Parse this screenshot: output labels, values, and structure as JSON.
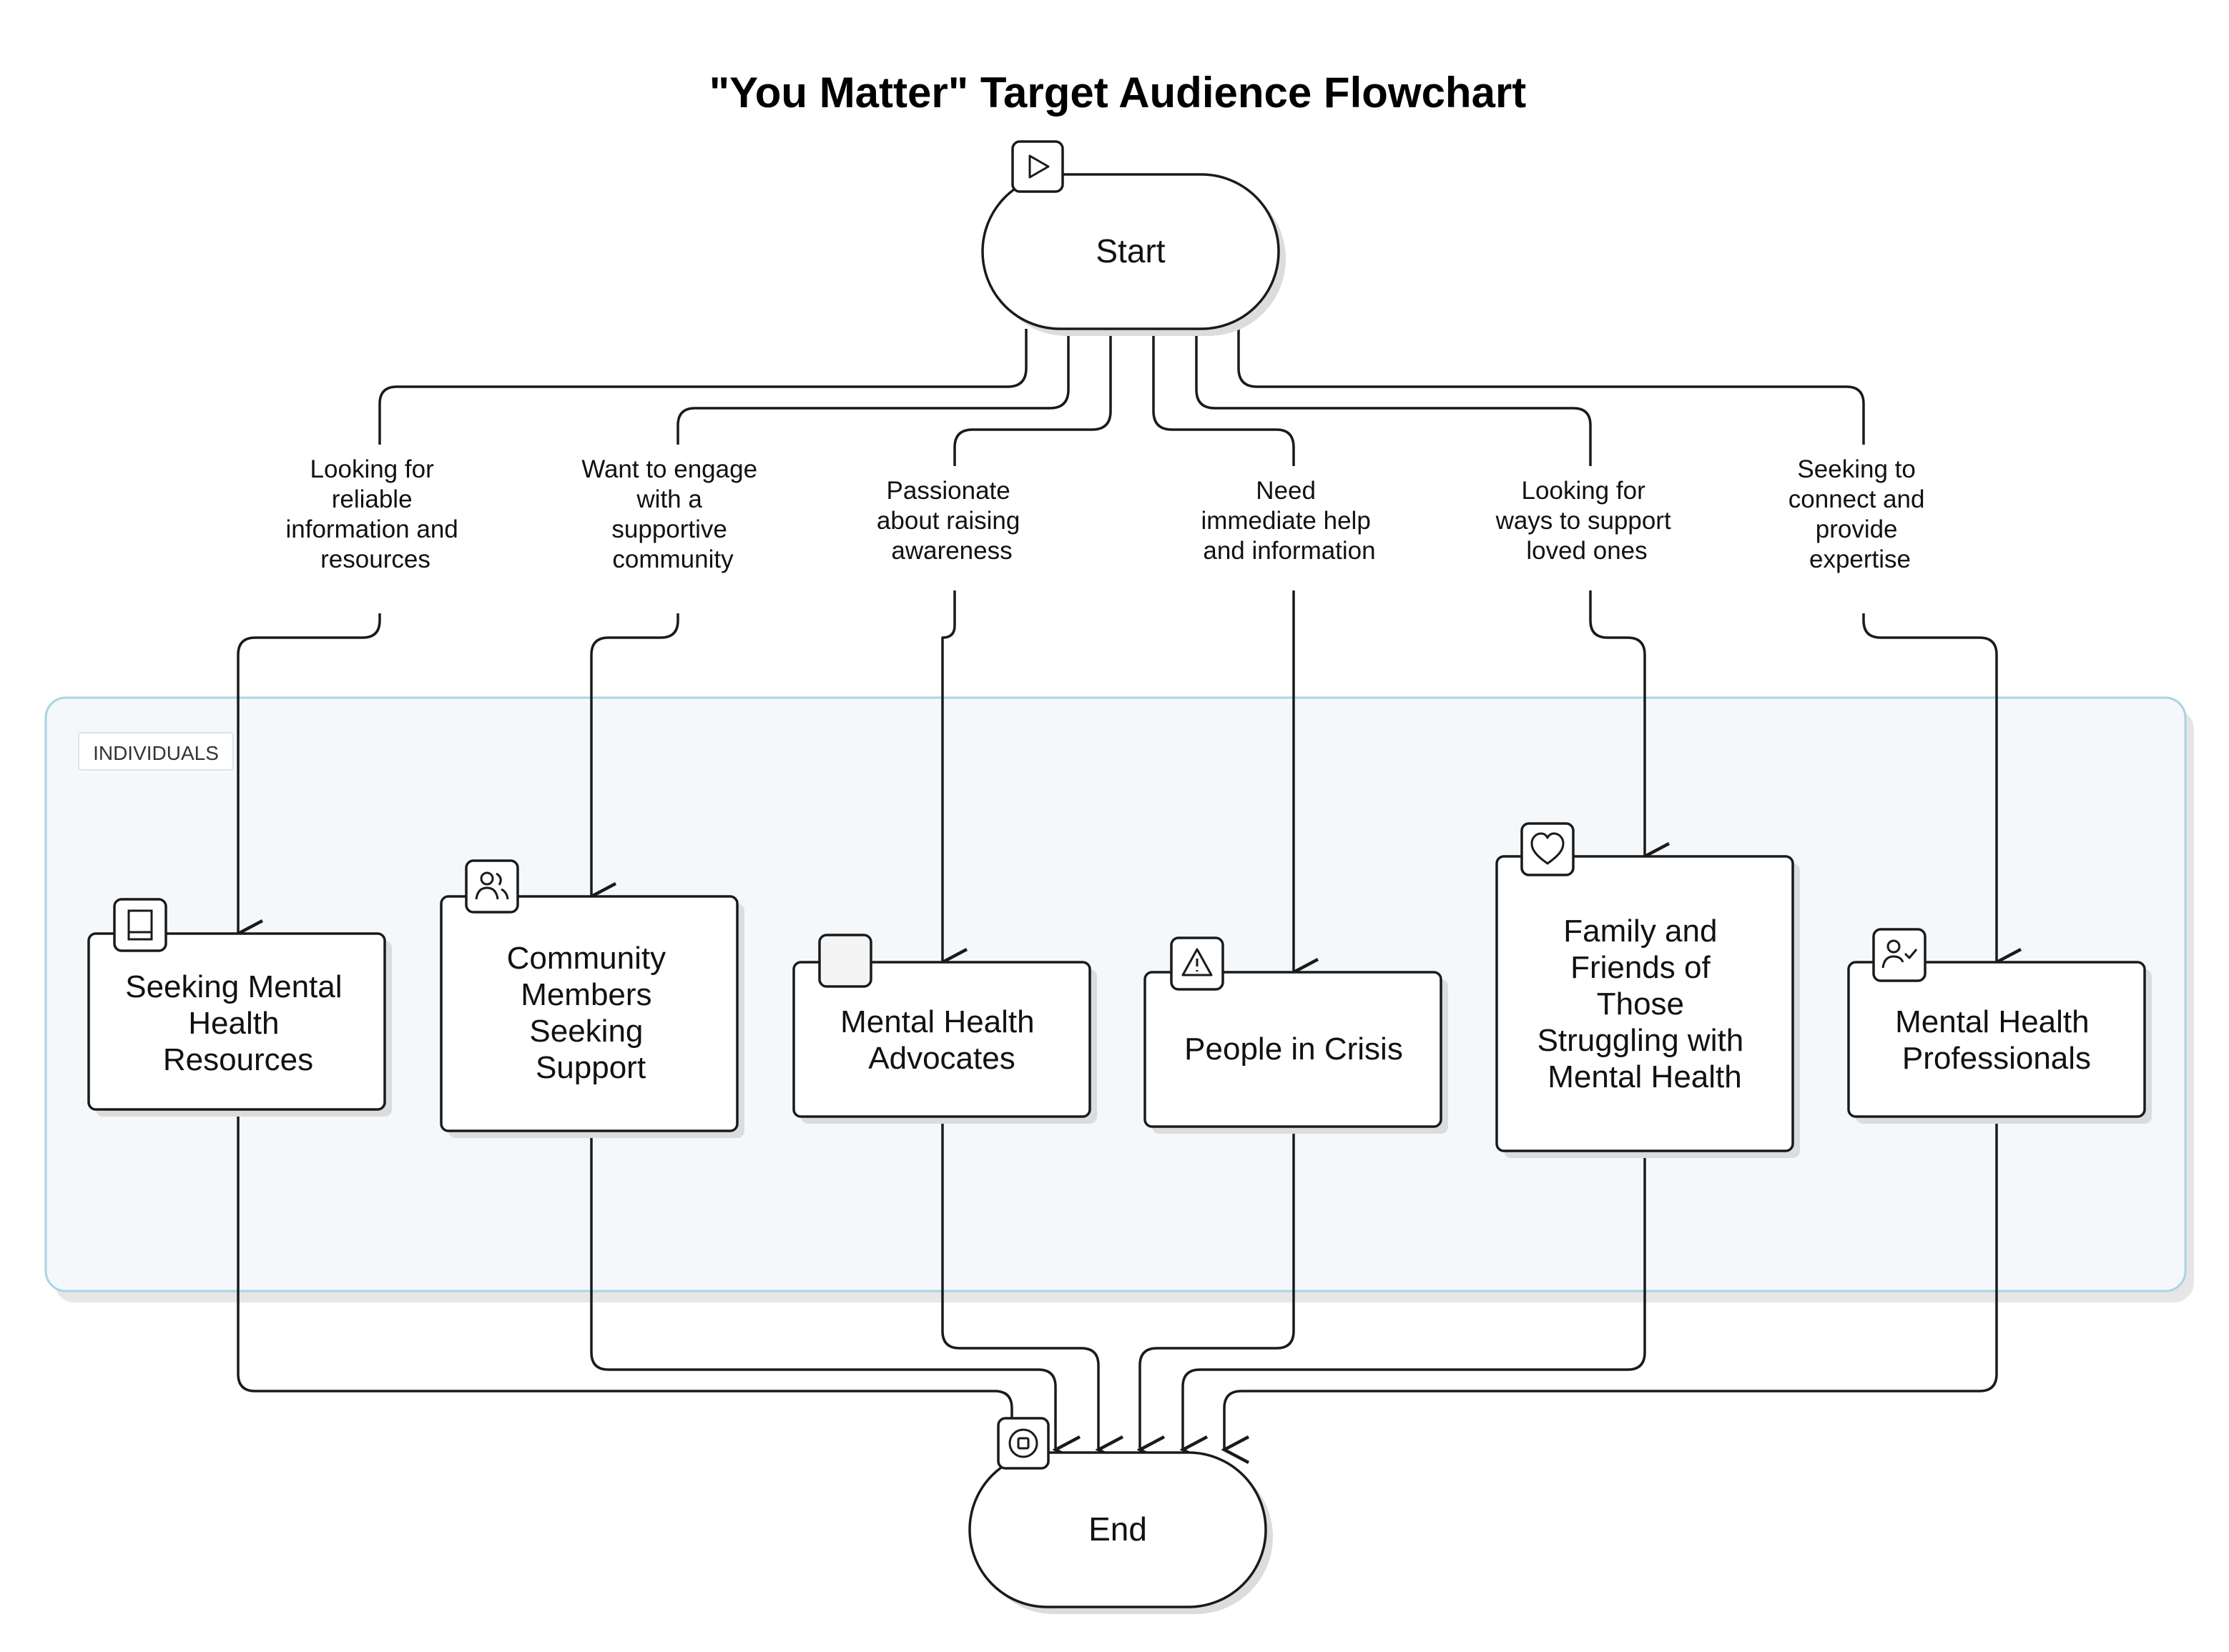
{
  "title": "\"You Matter\" Target Audience Flowchart",
  "group": {
    "label": "INDIVIDUALS"
  },
  "start": {
    "label": "Start",
    "icon": "play-icon"
  },
  "end": {
    "label": "End",
    "icon": "stop-icon"
  },
  "nodes": [
    {
      "id": "resources",
      "lines": [
        "Seeking Mental",
        "Health",
        "Resources"
      ],
      "icon": "book-icon"
    },
    {
      "id": "community",
      "lines": [
        "Community",
        "Members",
        "Seeking",
        "Support"
      ],
      "icon": "users-icon"
    },
    {
      "id": "advocates",
      "lines": [
        "Mental Health",
        "Advocates"
      ],
      "icon": "blank-icon"
    },
    {
      "id": "crisis",
      "lines": [
        "People in Crisis"
      ],
      "icon": "alert-triangle-icon"
    },
    {
      "id": "family",
      "lines": [
        "Family and",
        "Friends of",
        "Those",
        "Struggling with",
        "Mental Health"
      ],
      "icon": "heart-icon"
    },
    {
      "id": "professionals",
      "lines": [
        "Mental Health",
        "Professionals"
      ],
      "icon": "user-check-icon"
    }
  ],
  "edge_labels": [
    {
      "target": "resources",
      "lines": [
        "Looking for",
        "reliable",
        "information and",
        "resources"
      ]
    },
    {
      "target": "community",
      "lines": [
        "Want to engage",
        "with a",
        "supportive",
        "community"
      ]
    },
    {
      "target": "advocates",
      "lines": [
        "Passionate",
        "about raising",
        "awareness"
      ]
    },
    {
      "target": "crisis",
      "lines": [
        "Need",
        "immediate help",
        "and information"
      ]
    },
    {
      "target": "family",
      "lines": [
        "Looking for",
        "ways to support",
        "loved ones"
      ]
    },
    {
      "target": "professionals",
      "lines": [
        "Seeking to",
        "connect and",
        "provide",
        "expertise"
      ]
    }
  ],
  "colors": {
    "stroke": "#1a1a1a",
    "group_fill": "#f5f8fb",
    "group_border": "#a9d4e4",
    "node_fill": "#ffffff",
    "shadow": "#d9d9d9"
  }
}
